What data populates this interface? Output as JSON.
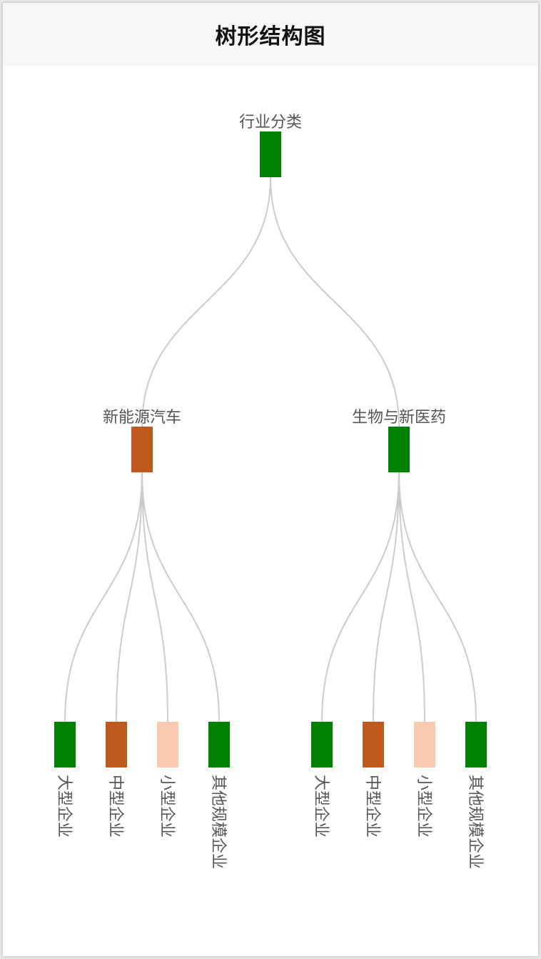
{
  "header": {
    "title": "树形结构图"
  },
  "colors": {
    "green": "#008000",
    "orange": "#c0591f",
    "peach": "#f8cbb0",
    "link": "#cccccc",
    "label": "#555555"
  },
  "tree": {
    "label": "行业分类",
    "color": "green",
    "children": [
      {
        "label": "新能源汽车",
        "color": "orange",
        "children": [
          {
            "label": "大型企业",
            "color": "green"
          },
          {
            "label": "中型企业",
            "color": "orange"
          },
          {
            "label": "小型企业",
            "color": "peach"
          },
          {
            "label": "其他规模企业",
            "color": "green"
          }
        ]
      },
      {
        "label": "生物与新医药",
        "color": "green",
        "children": [
          {
            "label": "大型企业",
            "color": "green"
          },
          {
            "label": "中型企业",
            "color": "orange"
          },
          {
            "label": "小型企业",
            "color": "peach"
          },
          {
            "label": "其他规模企业",
            "color": "green"
          }
        ]
      }
    ]
  }
}
